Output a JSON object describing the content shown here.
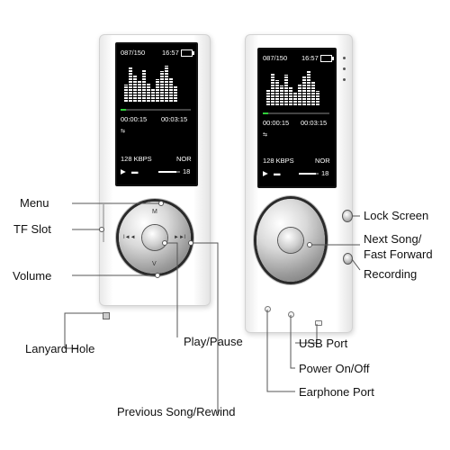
{
  "screens": [
    {
      "track": "087/150",
      "clock": "16:57",
      "elapsed": "00:00:15",
      "total": "00:03:15",
      "bitrate": "128 KBPS",
      "eq": "NOR",
      "volume": "18",
      "progress": 0.08,
      "volume_level": 0.85,
      "eq_levels": [
        0.45,
        0.9,
        0.7,
        0.55,
        0.85,
        0.5,
        0.35,
        0.6,
        0.8,
        0.95,
        0.65,
        0.4
      ]
    },
    {
      "track": "087/150",
      "clock": "16:57",
      "elapsed": "00:00:15",
      "total": "00:03:15",
      "bitrate": "128 KBPS",
      "eq": "NOR",
      "volume": "18",
      "progress": 0.08,
      "volume_level": 0.85,
      "eq_levels": [
        0.45,
        0.9,
        0.7,
        0.55,
        0.85,
        0.5,
        0.35,
        0.6,
        0.8,
        0.95,
        0.65,
        0.4
      ]
    }
  ],
  "dial_glyphs": {
    "up": "M",
    "left": "I◄◄",
    "right": "►►I",
    "down": "V"
  },
  "labels": {
    "menu": "Menu",
    "tf_slot": "TF Slot",
    "volume": "Volume",
    "lanyard_hole": "Lanyard Hole",
    "play_pause": "Play/Pause",
    "previous_song": "Previous Song/Rewind",
    "lock_screen": "Lock Screen",
    "next_song_line1": "Next Song/",
    "next_song_line2": "Fast Forward",
    "recording": "Recording",
    "usb_port": "USB Port",
    "power": "Power On/Off",
    "earphone_port": "Earphone Port"
  },
  "colors": {
    "progress_fill": "#2fcf3a",
    "screen_bg": "#000000",
    "leader": "#555555"
  }
}
